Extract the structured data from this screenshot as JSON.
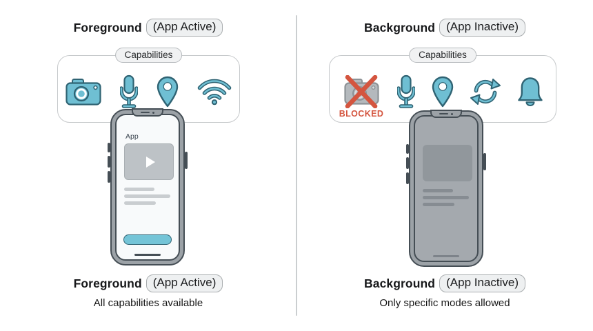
{
  "colors": {
    "teal": "#6FBFD3",
    "teal_stroke": "#2F6373",
    "blocked_red": "#D4553F",
    "camera_gray": "#B4B9BD",
    "camera_gray_stroke": "#8D9296",
    "phone_frame": "#9CA2A7",
    "phone_outline": "#454E55",
    "screen_active": "#F8FAFB",
    "screen_inactive": "#A4A9AE",
    "background": "#FFFFFF"
  },
  "panels": [
    {
      "title": "Foreground",
      "badge": "(App Active)",
      "capabilities_label": "Capabilities",
      "icons": [
        "camera",
        "microphone",
        "location-pin",
        "wifi"
      ],
      "phone": {
        "app_label": "App",
        "state": "active"
      },
      "footer": {
        "title": "Foreground",
        "badge": "(App Active)",
        "subtitle": "All capabilities available"
      }
    },
    {
      "title": "Background",
      "badge": "(App Inactive)",
      "capabilities_label": "Capabilities",
      "icons": [
        "camera-blocked",
        "microphone",
        "location-pin",
        "background-refresh",
        "notification-bell"
      ],
      "blocked_label": "BLOCKED",
      "phone": {
        "state": "inactive"
      },
      "footer": {
        "title": "Background",
        "badge": "(App Inactive)",
        "subtitle": "Only specific modes allowed"
      }
    }
  ]
}
